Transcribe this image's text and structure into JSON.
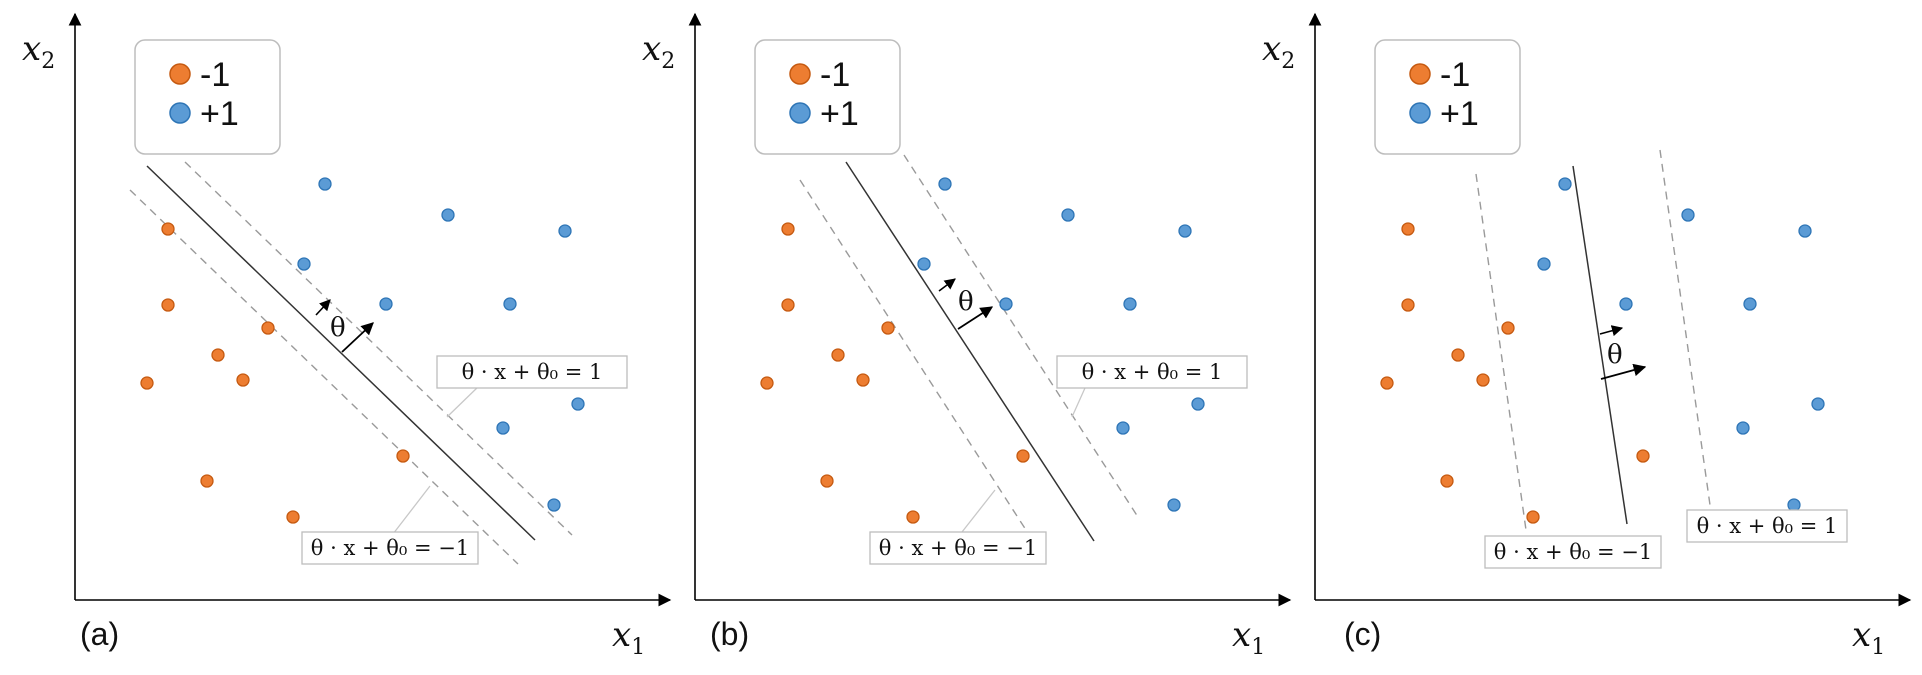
{
  "colors": {
    "negative_class": "#ED7D31",
    "negative_stroke": "#C55A11",
    "positive_class": "#5B9BD5",
    "positive_stroke": "#2E75B6",
    "boundary": "#333333",
    "margin": "#9a9a9a",
    "leader": "#c8c8c8"
  },
  "legend": {
    "negative_label": "-1",
    "positive_label": "+1"
  },
  "axes": {
    "x_label": "x",
    "x_sub": "1",
    "y_label": "x",
    "y_sub": "2"
  },
  "theta_label": "θ",
  "equations": {
    "positive_margin": "θ · x + θ₀ = 1",
    "negative_margin": "θ · x + θ₀ = −1"
  },
  "panels": [
    {
      "label": "(a)"
    },
    {
      "label": "(b)"
    },
    {
      "label": "(c)"
    }
  ]
}
